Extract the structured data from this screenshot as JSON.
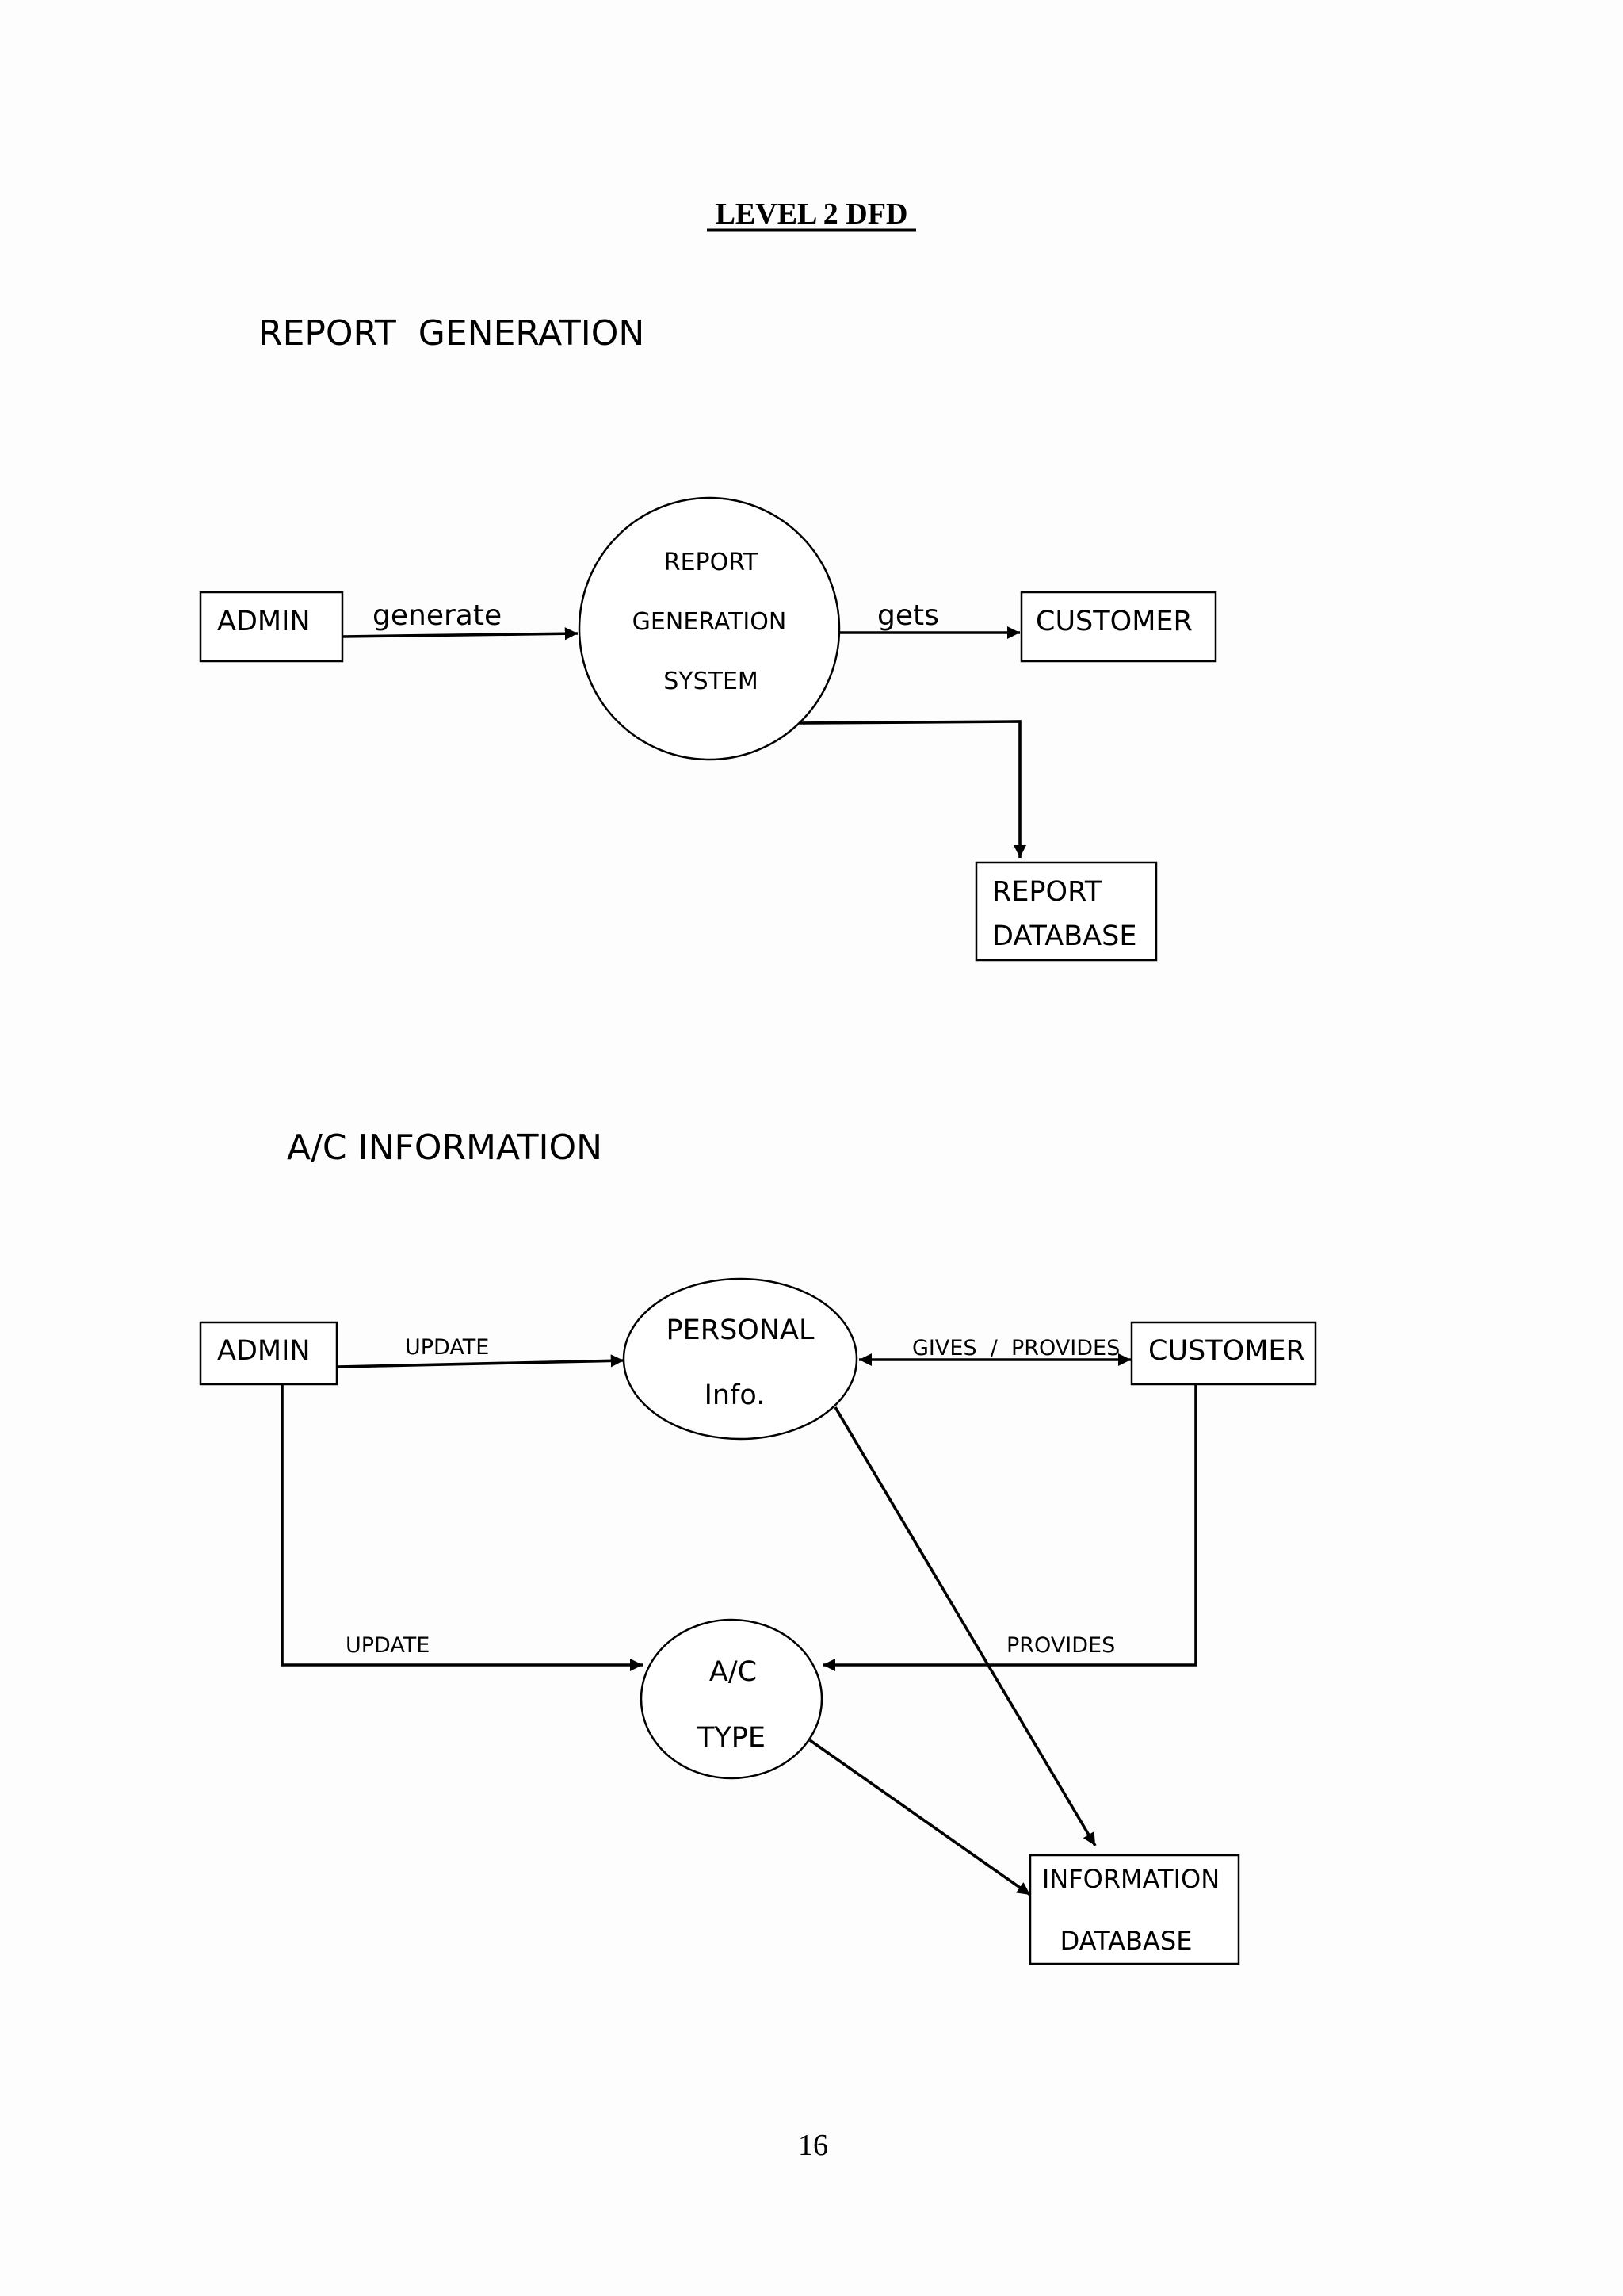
{
  "page_title": "LEVEL  2 DFD",
  "sections": {
    "report_generation": {
      "heading": "REPORT  GENERATION",
      "admin": "ADMIN",
      "customer": "CUSTOMER",
      "process": [
        "REPORT",
        "GENERATION",
        "SYSTEM"
      ],
      "database": [
        "REPORT",
        "DATABASE"
      ],
      "flow_generate": "generate",
      "flow_gets": "gets"
    },
    "ac_information": {
      "heading": "A/C INFORMATION",
      "admin": "ADMIN",
      "customer": "CUSTOMER",
      "personal_info": [
        "PERSONAL",
        "Info."
      ],
      "ac_type": [
        "A/C",
        "TYPE"
      ],
      "database": [
        "INFORMATION",
        "DATABASE"
      ],
      "flow_update_personal": "UPDATE",
      "flow_gives_provides": "GIVES  /  PROVIDES",
      "flow_update_type": "UPDATE",
      "flow_provides": "PROVIDES"
    }
  },
  "page_number": "16"
}
